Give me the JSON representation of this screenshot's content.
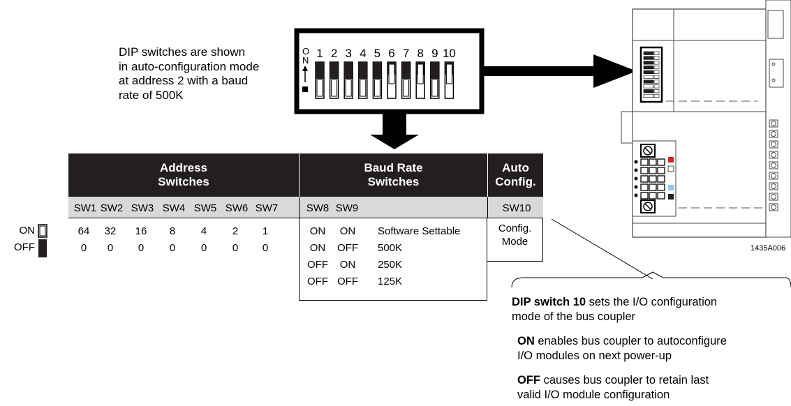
{
  "description": [
    "DIP switches are shown",
    "in auto-configuration mode",
    "at address 2 with a baud",
    "rate of 500K"
  ],
  "dip": {
    "on_label": [
      "O",
      "N"
    ],
    "numbers": [
      "1",
      "2",
      "3",
      "4",
      "5",
      "6",
      "7",
      "8",
      "9",
      "10"
    ],
    "positions": [
      "off",
      "off",
      "off",
      "off",
      "off",
      "on",
      "off",
      "on",
      "off",
      "on"
    ]
  },
  "table": {
    "address_header": [
      "Address",
      "Switches"
    ],
    "baud_header": [
      "Baud Rate",
      "Switches"
    ],
    "auto_header": [
      "Auto",
      "Config."
    ],
    "address_switches": [
      "SW1",
      "SW2",
      "SW3",
      "SW4",
      "SW5",
      "SW6",
      "SW7"
    ],
    "baud_switches": [
      "SW8",
      "SW9"
    ],
    "auto_switch": "SW10",
    "on_values": [
      "64",
      "32",
      "16",
      "8",
      "4",
      "2",
      "1"
    ],
    "off_values": [
      "0",
      "0",
      "0",
      "0",
      "0",
      "0",
      "0"
    ],
    "baud_rows": [
      [
        "ON",
        "ON",
        "Software Settable"
      ],
      [
        "ON",
        "OFF",
        "500K"
      ],
      [
        "OFF",
        "ON",
        "250K"
      ],
      [
        "OFF",
        "OFF",
        "125K"
      ]
    ],
    "auto_value": [
      "Config.",
      "Mode"
    ],
    "legend_on": "ON",
    "legend_off": "OFF"
  },
  "note": {
    "bold1": "DIP switch 10",
    "rest1": " sets the I/O configuration",
    "line2": "mode of the bus coupler",
    "bold2": "ON",
    "rest2a": " enables bus coupler to autoconfigure",
    "rest2b": "I/O modules on next power-up",
    "bold3": "OFF",
    "rest3a": " causes bus coupler to retain last",
    "rest3b": "valid I/O module configuration"
  },
  "figure_id": "1435A006",
  "colors": {
    "dark": "#231f20",
    "gray_row": "#d9d9db",
    "red_led": "#d2232a",
    "blue_led": "#8ec8e8"
  }
}
